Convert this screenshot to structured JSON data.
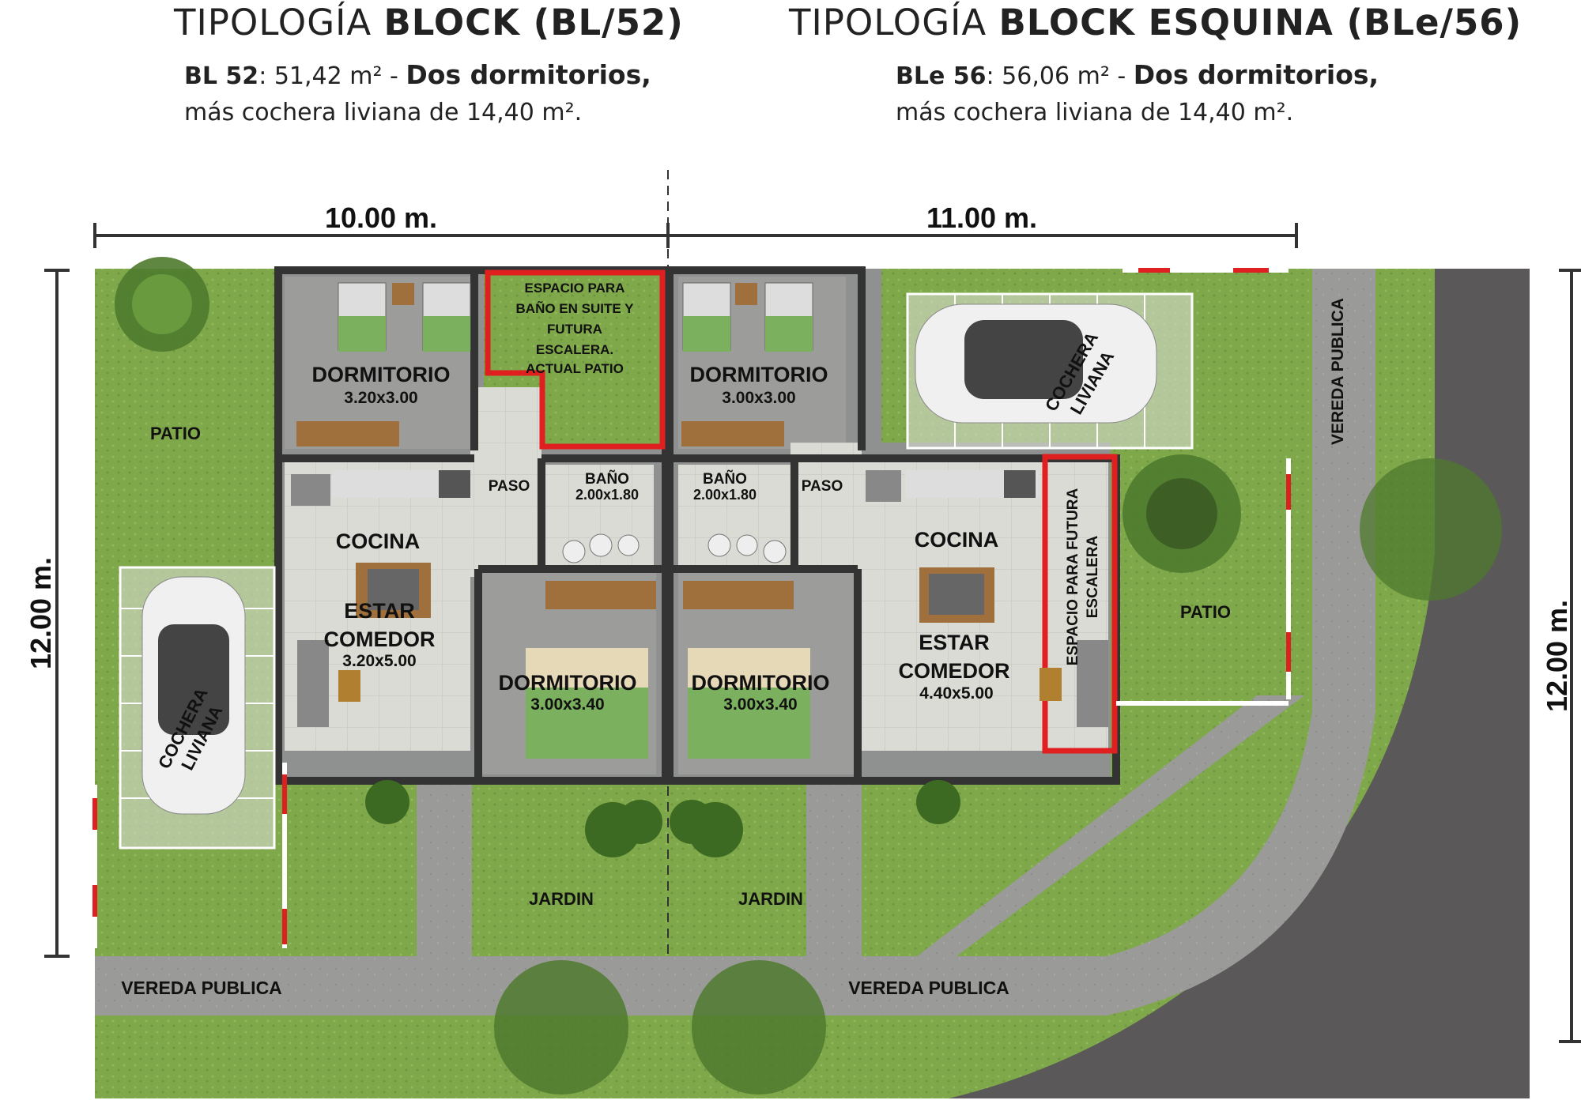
{
  "left_type": {
    "title_prefix": "TIPOLOGÍA",
    "title_bold": "BLOCK (BL/52)",
    "code": "BL 52",
    "area": ": 51,42 m² - ",
    "bedrooms": "Dos dormitorios,",
    "garage": "más cochera liviana de 14,40 m²."
  },
  "right_type": {
    "title_prefix": "TIPOLOGÍA",
    "title_bold": "BLOCK ESQUINA (BLe/56)",
    "code": "BLe 56",
    "area": ": 56,06 m² - ",
    "bedrooms": "Dos dormitorios,",
    "garage": "más cochera liviana de 14,40 m²."
  },
  "dimensions": {
    "left_width": "10.00 m.",
    "right_width": "11.00 m.",
    "left_depth": "12.00 m.",
    "right_depth": "12.00 m."
  },
  "rooms": {
    "left_patio": "PATIO",
    "left_bed1_name": "DORMITORIO",
    "left_bed1_size": "3.20x3.00",
    "suite_space": [
      "ESPACIO PARA",
      "BAÑO EN SUITE Y",
      "FUTURA",
      "ESCALERA.",
      "ACTUAL PATIO"
    ],
    "left_paso": "PASO",
    "left_bath_name": "BAÑO",
    "left_bath_size": "2.00x1.80",
    "left_kitchen": "COCINA",
    "left_living_1": "ESTAR",
    "left_living_2": "COMEDOR",
    "left_living_size": "3.20x5.00",
    "left_bed2_name": "DORMITORIO",
    "left_bed2_size": "3.00x3.40",
    "left_garage_1": "COCHERA",
    "left_garage_2": "LIVIANA",
    "left_garden": "JARDIN",
    "right_bed1_name": "DORMITORIO",
    "right_bed1_size": "3.00x3.00",
    "right_bath_name": "BAÑO",
    "right_bath_size": "2.00x1.80",
    "right_paso": "PASO",
    "right_kitchen": "COCINA",
    "right_living_1": "ESTAR",
    "right_living_2": "COMEDOR",
    "right_living_size": "4.40x5.00",
    "right_bed2_name": "DORMITORIO",
    "right_bed2_size": "3.00x3.40",
    "stair_space_1": "ESPACIO PARA FUTURA",
    "stair_space_2": "ESCALERA",
    "right_garage_1": "COCHERA",
    "right_garage_2": "LIVIANA",
    "right_patio": "PATIO",
    "right_garden": "JARDIN"
  },
  "streets": {
    "bottom_left": "VEREDA PUBLICA",
    "bottom_right": "VEREDA PUBLICA",
    "side": "VEREDA PUBLICA"
  },
  "colors": {
    "grass": "#7ea84a",
    "wall": "#333333",
    "floor": "#c9cbc6",
    "highlight": "#e02020",
    "pavement": "#8c8c8c",
    "road": "#5a5858"
  }
}
